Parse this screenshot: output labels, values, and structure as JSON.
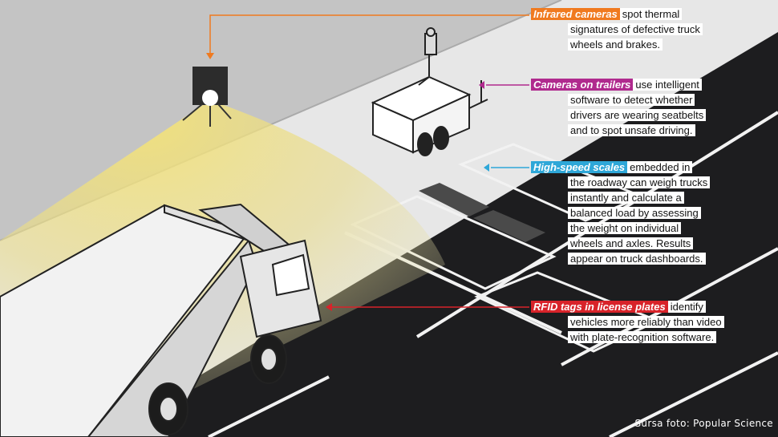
{
  "callouts": [
    {
      "tag": "Infrared cameras",
      "color": "#f07a1f",
      "first": "spot thermal",
      "rest": [
        "signatures of defective truck",
        "wheels and brakes."
      ]
    },
    {
      "tag": "Cameras on trailers",
      "color": "#b02a8e",
      "first": "use intelligent",
      "rest": [
        "software to detect whether",
        "drivers are wearing seatbelts",
        "and to spot unsafe driving."
      ]
    },
    {
      "tag": "High-speed scales",
      "color": "#2ea7d8",
      "first": "embedded in",
      "rest": [
        "the roadway can weigh trucks",
        "instantly and calculate a",
        "balanced load by assessing",
        "the weight on individual",
        "wheels and axles. Results",
        "appear on truck dashboards."
      ]
    },
    {
      "tag": "RFID tags in license plates",
      "color": "#d8232a",
      "first": "identify",
      "rest": [
        "vehicles more reliably than video",
        "with plate-recognition software."
      ]
    }
  ],
  "credit": "Sursa foto: Popular Science"
}
